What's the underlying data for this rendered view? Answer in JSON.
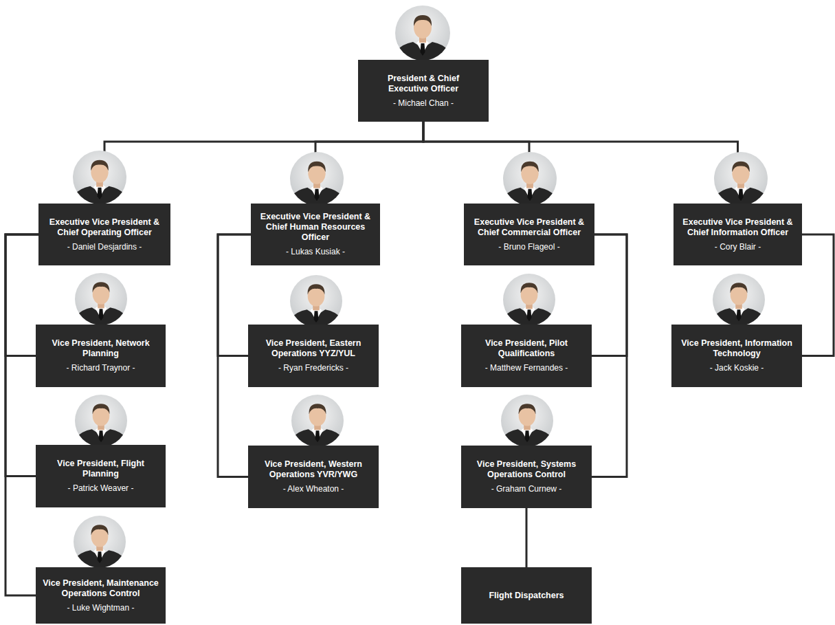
{
  "diagram": {
    "nodes": [
      {
        "text": [
          "President & Chief Executive Officer",
          "- Michael Chan -"
        ]
      },
      {
        "text": [
          "Executive Vice President & Chief Operating Officer",
          "- Daniel Desjardins -"
        ]
      },
      {
        "text": [
          "Vice President, Network Planning",
          "- Richard Traynor -"
        ]
      },
      {
        "text": [
          "Vice President, Flight Planning",
          "- Patrick Weaver -"
        ]
      },
      {
        "text": [
          "Vice President, Maintenance Operations Control",
          "- Luke Wightman -"
        ]
      },
      {
        "text": [
          "Executive Vice President & Chief Human Resources Officer",
          "- Lukas Kusiak -"
        ]
      },
      {
        "text": [
          "Vice President, Eastern Operations YYZ/YUL",
          "- Ryan Fredericks -"
        ]
      },
      {
        "text": [
          "Vice President, Western Operations YVR/YWG",
          "- Alex Wheaton -"
        ]
      },
      {
        "text": [
          "Executive Vice President & Chief Commercial Officer",
          "- Bruno Flageol -"
        ]
      },
      {
        "text": [
          "Vice President, Pilot Qualifications",
          "- Matthew Fernandes -"
        ]
      },
      {
        "text": [
          "Vice President, Systems Operations Control",
          "- Graham Curnew -"
        ]
      },
      {
        "text": [
          "Flight Dispatchers"
        ]
      },
      {
        "text": [
          "Executive Vice President & Chief Information Officer",
          "- Cory Blair -"
        ]
      },
      {
        "text": [
          "Vice President, Information Technology",
          "- Jack Koskie -"
        ]
      }
    ],
    "edges": [
      {
        "from": 0,
        "to": 1,
        "arrow": "none"
      },
      {
        "from": 0,
        "to": 5,
        "arrow": "none"
      },
      {
        "from": 0,
        "to": 8,
        "arrow": "none"
      },
      {
        "from": 0,
        "to": 12,
        "arrow": "none"
      },
      {
        "from": 1,
        "to": 2,
        "arrow": "none"
      },
      {
        "from": 1,
        "to": 3,
        "arrow": "none"
      },
      {
        "from": 1,
        "to": 4,
        "arrow": "none"
      },
      {
        "from": 5,
        "to": 6,
        "arrow": "none"
      },
      {
        "from": 5,
        "to": 7,
        "arrow": "none"
      },
      {
        "from": 8,
        "to": 9,
        "arrow": "none"
      },
      {
        "from": 8,
        "to": 10,
        "arrow": "none"
      },
      {
        "from": 10,
        "to": 11,
        "arrow": "none"
      },
      {
        "from": 12,
        "to": 13,
        "arrow": "none"
      }
    ]
  }
}
